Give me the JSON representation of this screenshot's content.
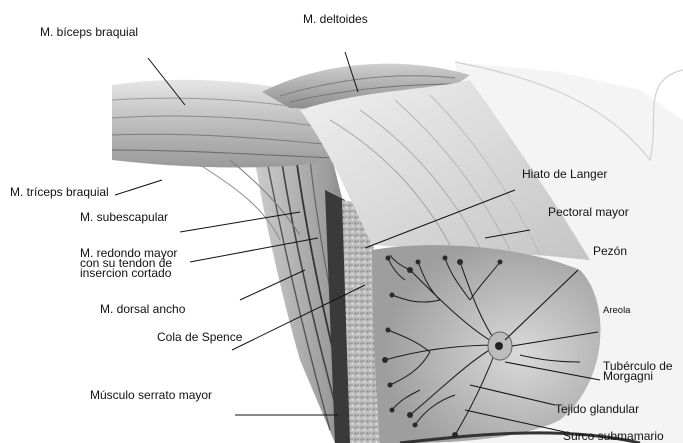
{
  "diagram": {
    "labels": {
      "biceps": "M. bíceps braquial",
      "deltoides": "M. deltoides",
      "triceps": "M. tríceps braquial",
      "subescapular": "M. subescapular",
      "redondo_1": "M. redondo mayor",
      "redondo_2": "con su tendon de",
      "redondo_3": "insercion cortado",
      "dorsal": "M. dorsal ancho",
      "cola": "Cola de Spence",
      "serrato": "Músculo serrato mayor",
      "hiato": "Hiato de Langer",
      "pectoral": "Pectoral mayor",
      "pezon": "Pezón",
      "areola": "Areola",
      "tuberculo_1": "Tubérculo de",
      "tuberculo_2": "Morgagni",
      "tejido": "Tejido glandular",
      "surco": "Surco submamario"
    },
    "colors": {
      "background": "#ffffff",
      "muscle_light": "#d9d9d9",
      "muscle_mid": "#a8a8a8",
      "muscle_dark": "#4a4a4a",
      "ducts": "#1a1a1a",
      "leader_lines": "#111111"
    }
  }
}
